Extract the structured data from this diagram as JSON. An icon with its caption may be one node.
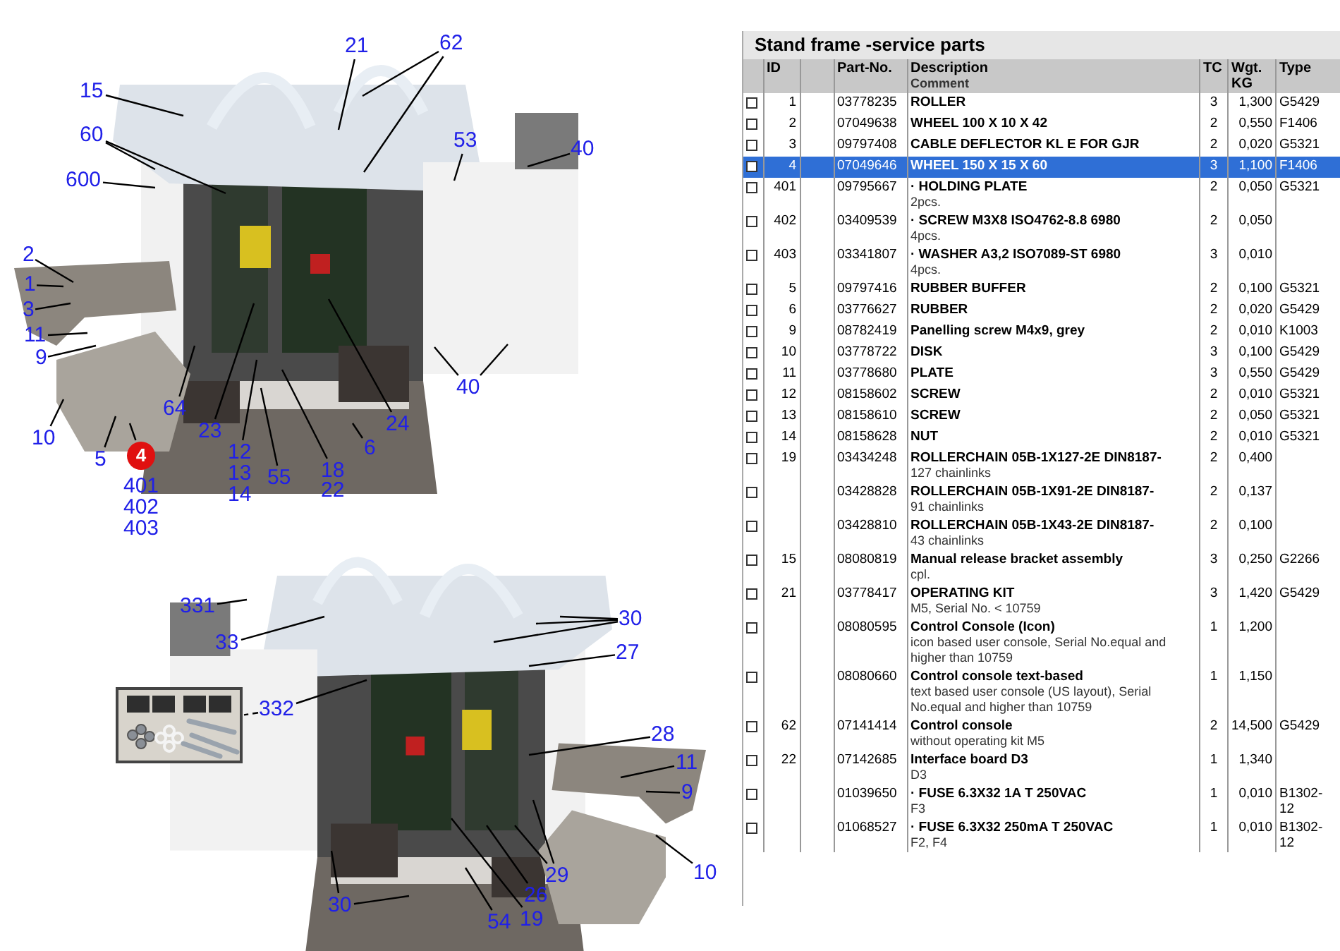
{
  "diagram": {
    "nodes": [
      {
        "text": [
          "15"
        ]
      },
      {
        "text": [
          "21"
        ]
      },
      {
        "text": [
          "62"
        ]
      },
      {
        "text": [
          "60"
        ]
      },
      {
        "text": [
          "600"
        ]
      },
      {
        "text": [
          "53"
        ]
      },
      {
        "text": [
          "40"
        ]
      },
      {
        "text": [
          "2"
        ]
      },
      {
        "text": [
          "1"
        ]
      },
      {
        "text": [
          "3"
        ]
      },
      {
        "text": [
          "11"
        ]
      },
      {
        "text": [
          "9"
        ]
      },
      {
        "text": [
          "40"
        ]
      },
      {
        "text": [
          "64"
        ]
      },
      {
        "text": [
          "10"
        ]
      },
      {
        "text": [
          "24"
        ]
      },
      {
        "text": [
          "23"
        ]
      },
      {
        "text": [
          "6"
        ]
      },
      {
        "text": [
          "5"
        ]
      },
      {
        "text": [
          "4"
        ],
        "beside": [
          "401",
          "402",
          "403"
        ]
      },
      {
        "text": [
          "12"
        ]
      },
      {
        "text": [
          "55"
        ]
      },
      {
        "text": [
          "18"
        ]
      },
      {
        "text": [
          "331"
        ]
      },
      {
        "text": [
          "30"
        ]
      },
      {
        "text": [
          "33"
        ]
      },
      {
        "text": [
          "27"
        ]
      },
      {
        "text": [],
        "shape": "picture"
      },
      {
        "text": [
          "332"
        ]
      },
      {
        "text": [
          "28"
        ]
      },
      {
        "text": [
          "11"
        ]
      },
      {
        "text": [
          "9"
        ]
      },
      {
        "text": [
          "29"
        ]
      },
      {
        "text": [
          "10"
        ]
      },
      {
        "text": [
          "26"
        ]
      },
      {
        "text": [
          "30"
        ]
      },
      {
        "text": [
          "54"
        ]
      },
      {
        "text": [
          "19"
        ]
      }
    ],
    "edges": [
      {
        "from": 0,
        "to": null,
        "arrow": "none"
      },
      {
        "from": 1,
        "to": null,
        "arrow": "none"
      },
      {
        "from": 2,
        "to": null,
        "arrow": "none"
      },
      {
        "from": 2,
        "to": null,
        "arrow": "none"
      },
      {
        "from": 3,
        "to": null,
        "arrow": "none"
      },
      {
        "from": 3,
        "to": null,
        "arrow": "none"
      },
      {
        "from": 4,
        "to": null,
        "arrow": "none"
      },
      {
        "from": 5,
        "to": null,
        "arrow": "none"
      },
      {
        "from": 6,
        "to": null,
        "arrow": "none"
      },
      {
        "from": 7,
        "to": null,
        "arrow": "none"
      },
      {
        "from": 8,
        "to": null,
        "arrow": "none"
      },
      {
        "from": 9,
        "to": null,
        "arrow": "none"
      },
      {
        "from": 10,
        "to": null,
        "arrow": "none"
      },
      {
        "from": 11,
        "to": null,
        "arrow": "none"
      },
      {
        "from": 12,
        "to": null,
        "arrow": "none"
      },
      {
        "from": 12,
        "to": null,
        "arrow": "none"
      },
      {
        "from": 13,
        "to": null,
        "arrow": "none"
      },
      {
        "from": 14,
        "to": null,
        "arrow": "none"
      },
      {
        "from": 15,
        "to": null,
        "arrow": "none"
      },
      {
        "from": 16,
        "to": null,
        "arrow": "none"
      },
      {
        "from": 17,
        "to": null,
        "arrow": "none"
      },
      {
        "from": 18,
        "to": null,
        "arrow": "none"
      },
      {
        "from": 19,
        "to": null,
        "arrow": "none"
      },
      {
        "from": 20,
        "to": null,
        "arrow": "none"
      },
      {
        "from": 21,
        "to": null,
        "arrow": "none"
      },
      {
        "from": 22,
        "to": null,
        "arrow": "none"
      },
      {
        "from": 23,
        "to": null,
        "arrow": "none"
      },
      {
        "from": 24,
        "to": null,
        "arrow": "none"
      },
      {
        "from": 24,
        "to": null,
        "arrow": "none"
      },
      {
        "from": 24,
        "to": null,
        "arrow": "none"
      },
      {
        "from": 25,
        "to": null,
        "arrow": "none"
      },
      {
        "from": 26,
        "to": null,
        "arrow": "none"
      },
      {
        "from": 28,
        "to": 27,
        "arrow": "none",
        "style": "dashed"
      },
      {
        "from": 28,
        "to": null,
        "arrow": "none"
      },
      {
        "from": 29,
        "to": null,
        "arrow": "none"
      },
      {
        "from": 30,
        "to": null,
        "arrow": "none"
      },
      {
        "from": 31,
        "to": null,
        "arrow": "none"
      },
      {
        "from": 32,
        "to": null,
        "arrow": "none"
      },
      {
        "from": 32,
        "to": null,
        "arrow": "none"
      },
      {
        "from": 33,
        "to": null,
        "arrow": "none"
      },
      {
        "from": 34,
        "to": null,
        "arrow": "none"
      },
      {
        "from": 35,
        "to": null,
        "arrow": "none"
      },
      {
        "from": 35,
        "to": null,
        "arrow": "none"
      },
      {
        "from": 36,
        "to": null,
        "arrow": "none"
      },
      {
        "from": 37,
        "to": null,
        "arrow": "none"
      }
    ],
    "labels": [
      "13",
      "14",
      "22",
      "Stand frame -service parts",
      "ID",
      "Part-No.",
      "Description",
      "Comment",
      "TC",
      "Wgt. KG",
      "Type",
      "1",
      "03778235",
      "ROLLER",
      "3",
      "1,300",
      "G5429",
      "2",
      "07049638",
      "WHEEL 100 X 10 X 42",
      "2",
      "0,550",
      "F1406",
      "3",
      "09797408",
      "CABLE DEFLECTOR KL E FOR GJR",
      "2",
      "0,020",
      "G5321",
      "4",
      "07049646",
      "WHEEL 150 X 15 X 60",
      "3",
      "1,100",
      "F1406",
      "401",
      "09795667",
      "· HOLDING PLATE",
      "2pcs.",
      "2",
      "0,050",
      "G5321",
      "402",
      "03409539",
      "· SCREW M3X8 ISO4762-8.8 6980",
      "4pcs.",
      "2",
      "0,050",
      "403",
      "03341807",
      "· WASHER A3,2 ISO7089-ST 6980",
      "4pcs.",
      "3",
      "0,010",
      "5",
      "09797416",
      "RUBBER BUFFER",
      "2",
      "0,100",
      "G5321",
      "6",
      "03776627",
      "RUBBER",
      "2",
      "0,020",
      "G5429",
      "9",
      "08782419",
      "Panelling screw M4x9, grey",
      "2",
      "0,010",
      "K1003",
      "10",
      "03778722",
      "DISK",
      "3",
      "0,100",
      "G5429",
      "11",
      "03778680",
      "PLATE",
      "3",
      "0,550",
      "G5429",
      "12",
      "08158602",
      "SCREW",
      "2",
      "0,010",
      "G5321",
      "13",
      "08158610",
      "SCREW",
      "2",
      "0,050",
      "G5321",
      "14",
      "08158628",
      "NUT",
      "2",
      "0,010",
      "G5321",
      "19",
      "03434248",
      "ROLLERCHAIN 05B-1X127-2E DIN8187-",
      "127 chainlinks",
      "2",
      "0,400",
      "03428828",
      "ROLLERCHAIN 05B-1X91-2E DIN8187-",
      "91 chainlinks",
      "2",
      "0,137",
      "03428810",
      "ROLLERCHAIN 05B-1X43-2E DIN8187-",
      "43 chainlinks",
      "2",
      "0,100",
      "15",
      "08080819",
      "Manual release bracket assembly",
      "cpl.",
      "3",
      "0,250",
      "G2266",
      "21",
      "03778417",
      "OPERATING KIT",
      "M5, Serial No. < 10759",
      "3",
      "1,420",
      "G5429",
      "08080595",
      "Control Console (Icon)",
      "icon based user console, Serial No.equal and higher than 10759",
      "1",
      "1,200",
      "08080660",
      "Control console text-based",
      "text based user console (US layout), Serial No.equal and higher than 10759",
      "1",
      "1,150",
      "62",
      "07141414",
      "Control console",
      "without operating kit M5",
      "2",
      "14,500",
      "G5429",
      "22",
      "07142685",
      "Interface board D3",
      "D3",
      "1",
      "1,340",
      "01039650",
      "· FUSE 6.3X32 1A T 250VAC",
      "F3",
      "1",
      "0,010",
      "B1302-12",
      "01068527",
      "· FUSE 6.3X32 250mA T 250VAC",
      "F2, F4",
      "1",
      "0,010",
      "B1302-12"
    ]
  }
}
